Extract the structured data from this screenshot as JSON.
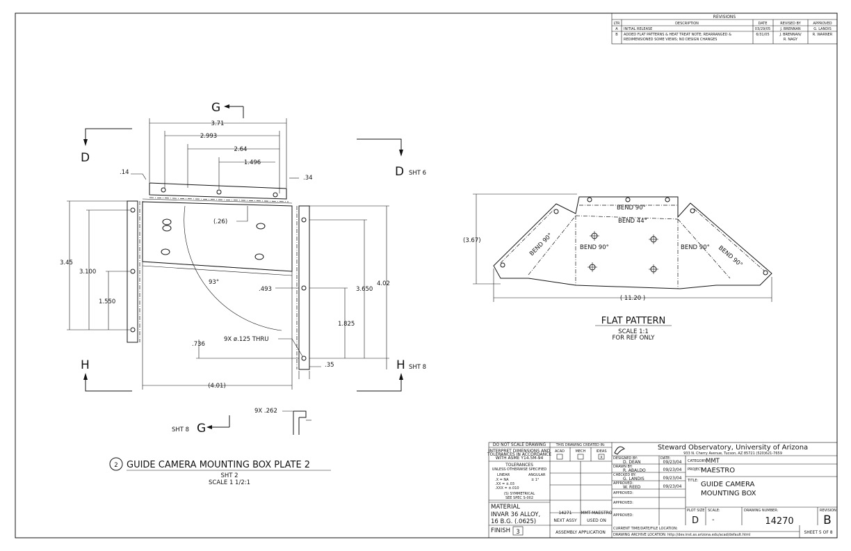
{
  "revisions": {
    "title": "REVISIONS",
    "headers": [
      "LTR",
      "DESCRIPTION",
      "DATE",
      "REVISED BY",
      "APPROVED"
    ],
    "rows": [
      {
        "ltr": "A",
        "desc1": "INITIAL RELEASE",
        "desc2": "",
        "date": "03/29/05",
        "by1": "J. BRENNAN",
        "by2": "",
        "approved": "G. LANDIS"
      },
      {
        "ltr": "B",
        "desc1": "ADDED FLAT PATTERNS & HEAT TREAT NOTE; REARRANGED &",
        "desc2": "REDIMENSIONED SOME VIEWS; NO DESIGN CHANGES",
        "date": "6/31/05",
        "by1": "J. BRENNAN/",
        "by2": "R. NAGY",
        "approved": "R. WARNER"
      }
    ]
  },
  "section_labels": {
    "d_left": "D",
    "d_right": "D",
    "d_right_ref": "SHT 6",
    "h_left": "H",
    "h_right": "H",
    "h_right_ref": "SHT 8",
    "g_top": "G",
    "g_bottom": "G",
    "g_bottom_ref": "SHT 8"
  },
  "main_view_dims": {
    "d371": "3.71",
    "d2993": "2.993",
    "d264": "2.64",
    "d1496": "1.496",
    "d014": ".14",
    "d034": ".34",
    "d026": "(.26)",
    "d345": "3.45",
    "d3100": "3.100",
    "d1550": "1.550",
    "d93": "93°",
    "d493": ".493",
    "d3650": "3.650",
    "d402": "4.02",
    "d1825": "1.825",
    "d736": ".736",
    "holes": "9X ø.125 THRU",
    "d035": ".35",
    "d401": "(4.01)",
    "d262": "9X .262"
  },
  "view_caption": {
    "number": "2",
    "title": "GUIDE CAMERA MOUNTING BOX PLATE 2",
    "sheet": "SHT 2",
    "scale": "SCALE 1 1/2:1"
  },
  "flat_pattern": {
    "bend_top": "BEND 90°",
    "bend_44": "BEND 44°",
    "bend_left_diag": "BEND 90°",
    "bend_left": "BEND 90°",
    "bend_right": "BEND 90°",
    "bend_right_diag": "BEND 90°",
    "height": "(3.67)",
    "width": "( 11.20 )",
    "title": "FLAT PATTERN",
    "scale": "SCALE 1:1",
    "note": "FOR REF ONLY"
  },
  "title_block": {
    "notes": {
      "do_not_scale": "DO NOT SCALE DRAWING",
      "interpret1": "INTERPRET DIMENSIONS AND",
      "interpret2": "TOLERANCES IN ACCORDANCE",
      "interpret3": "WITH ASME Y14.5M-94",
      "tol_title": "TOLERANCES",
      "tol_unless": "UNLESS OTHERWISE SPECIFIED",
      "linear": "LINEAR",
      "angular": "ANGULAR",
      "tol_x": ".X   = NA",
      "tol_xx": ".XX  = ±.03",
      "tol_xxx": ".XXX = ±.010",
      "tol_ang": "± 1°",
      "symmetrical": "(S) SYMMETRICAL",
      "spec": "SEE SPEC S-002"
    },
    "created_in": {
      "title": "THIS DRAWING CREATED IN:",
      "acad": "ACAD",
      "mech": "MECH",
      "ideas": "IDEAS",
      "mark": "X"
    },
    "material_label": "MATERIAL",
    "material1": "INVAR 36 ALLOY,",
    "material2": "16 B.G. (.0625)",
    "finish_label": "FINISH",
    "finish_value": "3",
    "next_assy_no": "14271",
    "used_on_no": "MMT-MAESTRO",
    "next_assy": "NEXT ASSY",
    "used_on": "USED ON",
    "assembly_app": "ASSEMBLY APPLICATION",
    "company": "Steward Observatory, University of Arizona",
    "address": "933 N. Cherry Avenue, Tucson, AZ  85721   (520)621-7659",
    "designed_by_label": "DESIGNED BY:",
    "designed_by": "D. DEAN",
    "date_label": "DATE:",
    "designed_date": "09/23/04",
    "drawn_by_label": "DRAWN BY:",
    "drawn_by": "R. ABALDO",
    "drawn_date": "09/23/04",
    "checked_by_label": "CHECKED BY:",
    "checked_by": "G. LANDIS",
    "checked_date": "09/23/04",
    "approved_label": "APPROVED:",
    "approved_by": "W. REED",
    "approved_date": "09/23/04",
    "category_label": "CATEGORY:",
    "category": "MMT",
    "project_label": "PROJECT:",
    "project": "MAESTRO",
    "title_label": "TITLE:",
    "title1": "GUIDE CAMERA",
    "title2": "MOUNTING BOX",
    "plot_size_label": "PLOT SIZE",
    "plot_size": "D",
    "scale_label": "SCALE:",
    "scale": "-",
    "drawing_number_label": "DRAWING NUMBER:",
    "drawing_number": "14270",
    "revision_label": "REVISION:",
    "revision": "B",
    "current_time_label": "CURRENT TIME/DATE/FILE LOCATION:",
    "archive_label": "DRAWING ARCHIVE LOCATION: http://dev.inst.as.arizona.edu/acad/default.html",
    "sheet": "SHEET 5 OF 8"
  }
}
